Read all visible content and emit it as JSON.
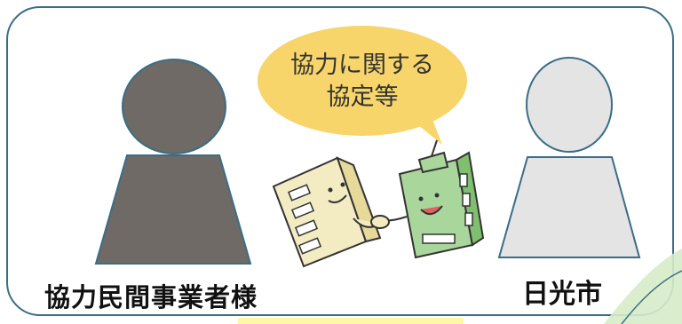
{
  "bubble": {
    "line1": "協力に関する",
    "line2": "協定等"
  },
  "labels": {
    "left": "協力民間事業者様",
    "right": "日光市"
  },
  "colors": {
    "frame": "#3a6d86",
    "person_left": "#6f6a66",
    "person_right": "#e4e4e4",
    "bubble": "#f7d56a",
    "building_left": "#f3ecc2",
    "building_right": "#a9d69a"
  },
  "icons": [
    "person-silhouette-icon",
    "handshake-buildings-icon",
    "speech-bubble-icon"
  ]
}
